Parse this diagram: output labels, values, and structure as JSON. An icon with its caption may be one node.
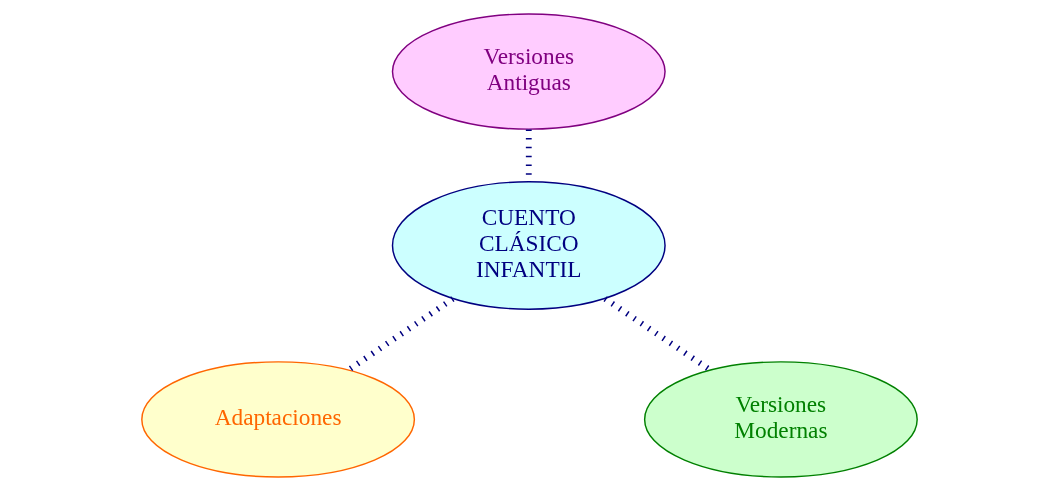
{
  "diagram": {
    "nodes": [
      {
        "text": [
          "Versiones Antiguas"
        ]
      },
      {
        "text": [
          "CUENTO CLÁSICO INFANTIL"
        ]
      },
      {
        "text": [
          "Adaptaciones"
        ]
      },
      {
        "text": [
          "Versiones Modernas"
        ]
      }
    ],
    "edges": [
      {
        "from": 0,
        "to": 1,
        "arrow": "none",
        "style": "dashed"
      },
      {
        "from": 1,
        "to": 2,
        "arrow": "none",
        "style": "dashed"
      },
      {
        "from": 1,
        "to": 3,
        "arrow": "none",
        "style": "dashed"
      }
    ]
  }
}
